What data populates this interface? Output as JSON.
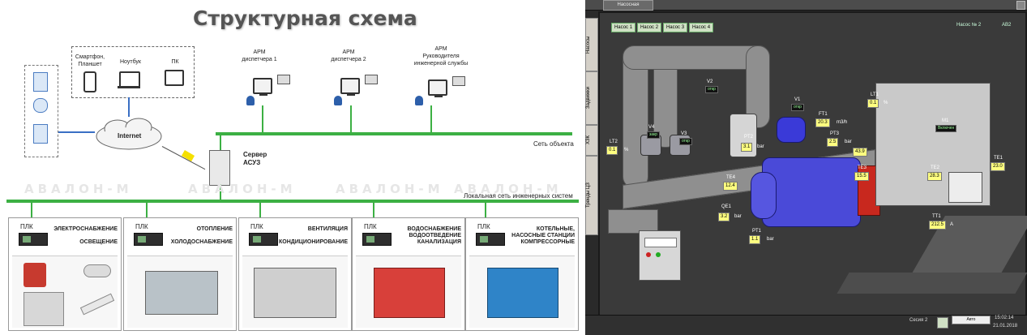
{
  "left": {
    "title": "Структурная схема",
    "devices": {
      "phone": "Смартфон,\nПланшет",
      "laptop": "Ноутбук",
      "pc": "ПК"
    },
    "internet": "Internet",
    "arm": [
      {
        "label": "АРМ\nдиспетчера 1"
      },
      {
        "label": "АРМ\nдиспетчера 2"
      },
      {
        "label": "АРМ\nРуководителя\nинженерной службы"
      }
    ],
    "server": "Сервер\nАСУЗ",
    "net_object": "Сеть объекта",
    "net_local": "Локальная сеть инженерных систем",
    "watermark": "АВАЛОН-М",
    "plc_label": "ПЛК",
    "systems": [
      {
        "name": "ЭЛЕКТРОСНАБЖЕНИЕ\n\nОСВЕЩЕНИЕ"
      },
      {
        "name": "ОТОПЛЕНИЕ\n\nХОЛОДОСНАБЖЕНИЕ"
      },
      {
        "name": "ВЕНТИЛЯЦИЯ\n\nКОНДИЦИОНИРОВАНИЕ"
      },
      {
        "name": "ВОДОСНАБЖЕНИЕ\nВОДООТВЕДЕНИЕ\nКАНАЛИЗАЦИЯ"
      },
      {
        "name": "КОТЕЛЬНЫЕ,\nНАСОСНЫЕ СТАНЦИИ\nКОМПРЕССОРНЫЕ"
      }
    ]
  },
  "right": {
    "window_title": "Насосная",
    "pump_buttons": [
      "Насос 1",
      "Насос 2",
      "Насос 3",
      "Насос 4"
    ],
    "pump_title": "Насос № 2",
    "mode": "АВ2",
    "side_tabs": [
      "Насосы",
      "Задвижки",
      "ХЗК",
      "Тренды ЦЗ"
    ],
    "tags": {
      "v1": "V1",
      "v2": "V2",
      "v3": "V3",
      "v4": "V4",
      "ft1": "FT1",
      "lt1": "LT1",
      "lt2": "LT2",
      "pt1": "PT1",
      "pt2": "PT2",
      "pt3": "PT3",
      "te1": "TE1",
      "te2": "TE2",
      "te3": "TE3",
      "te4": "TE4",
      "tt1": "TT1",
      "m1": "M1",
      "qe1": "QE1"
    },
    "values": {
      "ft1": "20.3",
      "ft1_unit": "m3/h",
      "lt1": "0.1",
      "lt1_unit": "%",
      "lt2": "0.1",
      "lt2_unit": "%",
      "pt2": "3.1",
      "pt2_unit": "bar",
      "pt3": "2.5",
      "pt3_unit": "bar",
      "pt1": "1.1",
      "pt1_unit": "bar",
      "te3": "15.5",
      "te4": "12.4",
      "te1": "23.0",
      "te2": "28.3",
      "tt1": "212.5",
      "tt1_unit": "A",
      "qe1": "3.2",
      "qe1_unit": "bar",
      "pt3b": "43.9",
      "v1_state": "откр",
      "v2_state": "откр",
      "v3_state": "откр",
      "v4_state": "закр",
      "m1_state": "Включен"
    },
    "status_bar": {
      "left": "Сесия 2",
      "mode": "Авто",
      "time": "15:02:14",
      "date": "21.01.2018"
    }
  },
  "colors": {
    "green_line": "#3cb043",
    "dark_bg": "#2a2a2a",
    "pump_blue": "#4a4ad8",
    "pipe_grey": "#8f8f8f"
  }
}
